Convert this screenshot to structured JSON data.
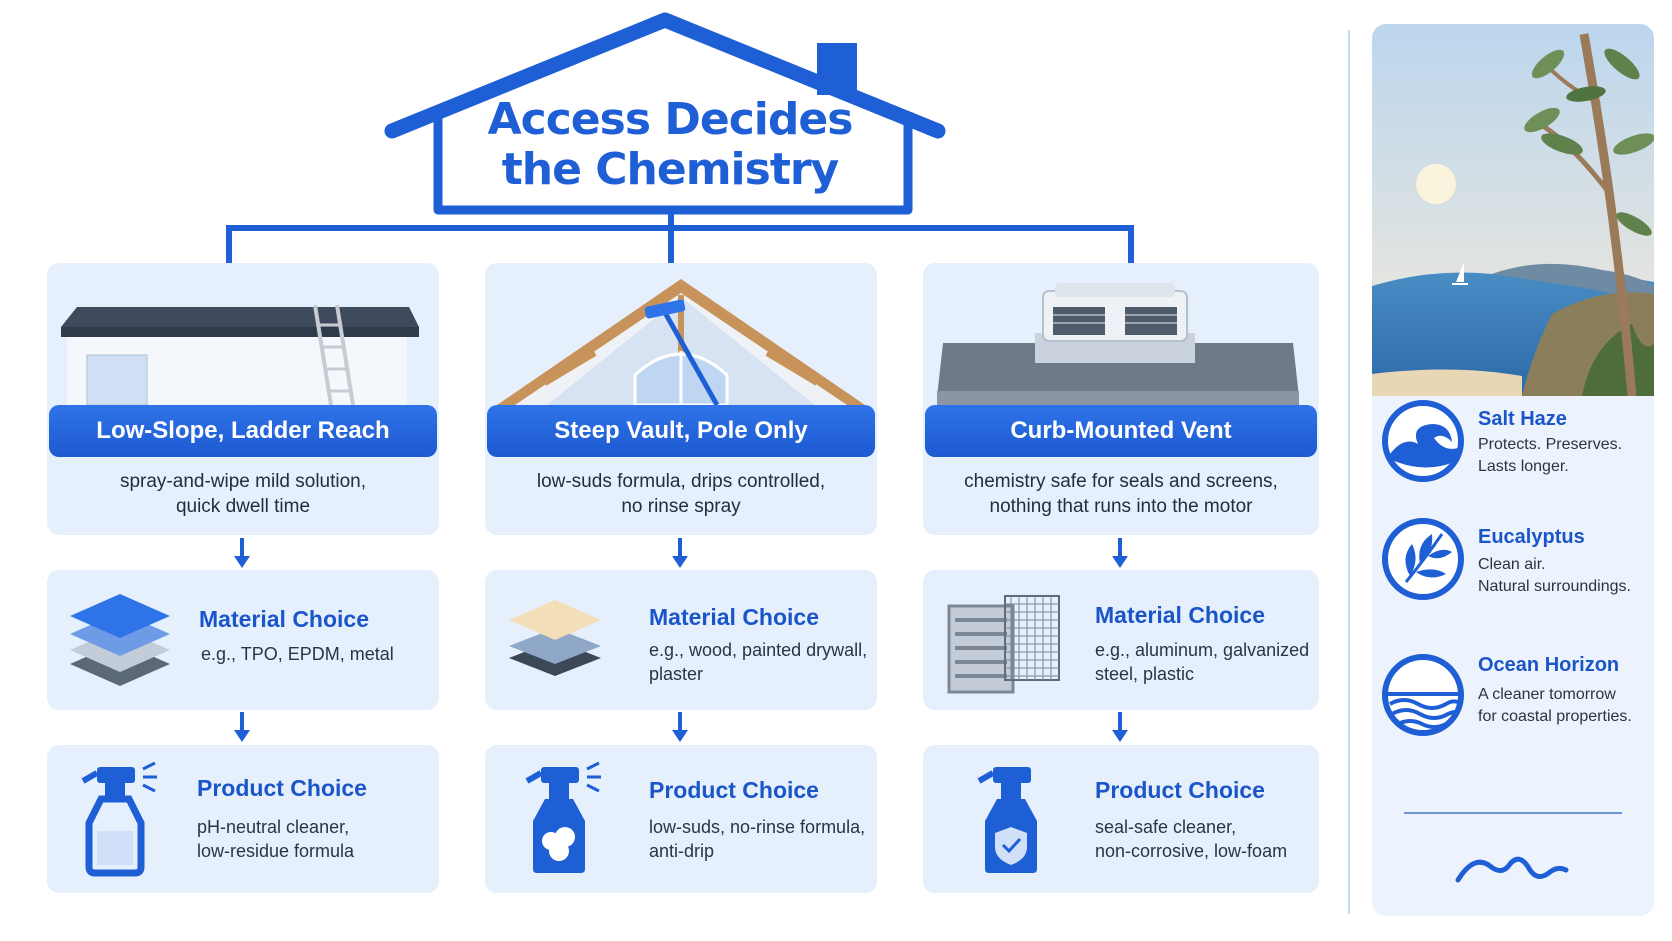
{
  "title": {
    "line1": "Access Decides",
    "line2": "the Chemistry"
  },
  "colors": {
    "primary": "#1f5fd6",
    "banner": "#2f73e8",
    "card": "#e6f0fd",
    "sidePanel": "#edf3fc",
    "text": "#222d3d"
  },
  "columns": [
    {
      "illustration": "flat-roof-with-ladder",
      "heading": "Low-Slope, Ladder Reach",
      "description": [
        "spray-and-wipe mild solution,",
        "quick dwell time"
      ],
      "material": {
        "title": "Material Choice",
        "text": [
          "e.g., TPO, EPDM, metal"
        ],
        "icon": "layered-membrane-icon"
      },
      "product": {
        "title": "Product Choice",
        "text": [
          "pH-neutral cleaner,",
          "low-residue formula"
        ],
        "icon": "spray-bottle-icon"
      }
    },
    {
      "illustration": "vaulted-ceiling-with-pole",
      "heading": "Steep Vault, Pole Only",
      "description": [
        "low-suds formula, drips controlled,",
        "no rinse spray"
      ],
      "material": {
        "title": "Material Choice",
        "text": [
          "e.g., wood, painted drywall,",
          "plaster"
        ],
        "icon": "layered-panels-icon"
      },
      "product": {
        "title": "Product Choice",
        "text": [
          "low-suds, no-rinse formula,",
          "anti-drip"
        ],
        "icon": "foam-spray-bottle-icon"
      }
    },
    {
      "illustration": "curb-mounted-vent",
      "heading": "Curb-Mounted Vent",
      "description": [
        "chemistry safe for seals and screens,",
        "nothing that runs into the motor"
      ],
      "material": {
        "title": "Material Choice",
        "text": [
          "e.g., aluminum, galvanized",
          "steel, plastic"
        ],
        "icon": "louver-and-mesh-icon"
      },
      "product": {
        "title": "Product Choice",
        "text": [
          "seal-safe cleaner,",
          "non-corrosive, low-foam"
        ],
        "icon": "shield-spray-bottle-icon"
      }
    }
  ],
  "side": {
    "photo": "coastal-scene-with-eucalyptus",
    "features": [
      {
        "icon": "wave-icon",
        "title": "Salt Haze",
        "text": [
          "Protects. Preserves.",
          "Lasts longer."
        ]
      },
      {
        "icon": "eucalyptus-leaf-icon",
        "title": "Eucalyptus",
        "text": [
          "Clean air.",
          "Natural surroundings."
        ]
      },
      {
        "icon": "ocean-horizon-icon",
        "title": "Ocean Horizon",
        "text": [
          "A cleaner tomorrow",
          "for coastal properties."
        ]
      }
    ],
    "footer_icon": "squiggle-wave-icon"
  }
}
